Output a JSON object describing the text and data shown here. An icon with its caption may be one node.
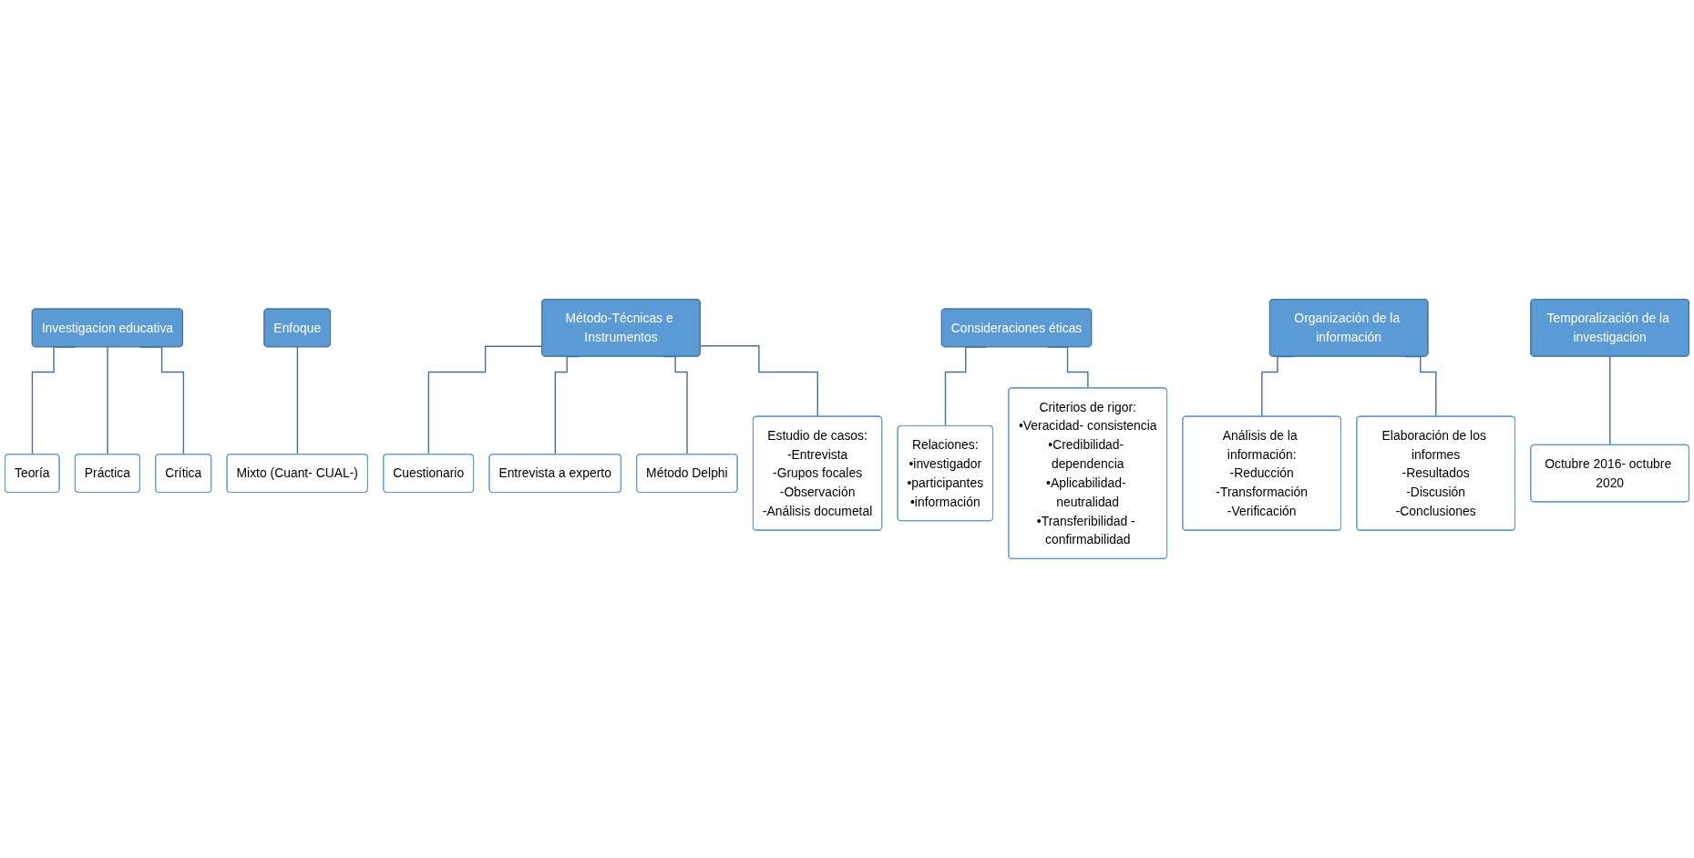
{
  "diagram": {
    "nodes": [
      {
        "text": [
          "Investigacion educativa"
        ]
      },
      {
        "text": [
          "Teoría"
        ]
      },
      {
        "text": [
          "Práctica"
        ]
      },
      {
        "text": [
          "Crítica"
        ]
      },
      {
        "text": [
          "Enfoque"
        ]
      },
      {
        "text": [
          "Mixto (Cuant- CUAL-)"
        ]
      },
      {
        "text": [
          "Método-Técnicas e Instrumentos"
        ]
      },
      {
        "text": [
          "Cuestionario"
        ]
      },
      {
        "text": [
          "Entrevista a experto"
        ]
      },
      {
        "text": [
          "Método Delphi"
        ]
      },
      {
        "text": [
          "Estudio de casos:",
          "-Entrevista",
          "-Grupos focales",
          "-Observación",
          "-Análisis documetal"
        ]
      },
      {
        "text": [
          "Consideraciones éticas"
        ]
      },
      {
        "text": [
          "Relaciones:",
          "•investigador",
          "•participantes",
          "•información"
        ]
      },
      {
        "text": [
          "Criterios de rigor:",
          "•Veracidad- consistencia",
          "•Credibilidad- dependencia",
          "•Aplicabilidad- neutralidad",
          "•Transferibilidad - confirmabilidad"
        ]
      },
      {
        "text": [
          "Organización de la información"
        ]
      },
      {
        "text": [
          "Análisis de la información:",
          "-Reducción",
          "-Transformación",
          "-Verificación"
        ]
      },
      {
        "text": [
          "Elaboración de los informes",
          "-Resultados",
          "-Discusión",
          "-Conclusiones"
        ]
      },
      {
        "text": [
          "Temporalización de la investigacion"
        ]
      },
      {
        "text": [
          "Octubre 2016- octubre 2020"
        ]
      }
    ],
    "edges": [
      {
        "from": 0,
        "to": 1,
        "arrow": "none"
      },
      {
        "from": 0,
        "to": 2,
        "arrow": "none"
      },
      {
        "from": 0,
        "to": 3,
        "arrow": "none"
      },
      {
        "from": 4,
        "to": 5,
        "arrow": "none"
      },
      {
        "from": 6,
        "to": 7,
        "arrow": "none"
      },
      {
        "from": 6,
        "to": 8,
        "arrow": "none"
      },
      {
        "from": 6,
        "to": 9,
        "arrow": "none"
      },
      {
        "from": 6,
        "to": 10,
        "arrow": "none"
      },
      {
        "from": 11,
        "to": 12,
        "arrow": "none"
      },
      {
        "from": 11,
        "to": 13,
        "arrow": "none"
      },
      {
        "from": 14,
        "to": 15,
        "arrow": "none"
      },
      {
        "from": 14,
        "to": 16,
        "arrow": "none"
      },
      {
        "from": 17,
        "to": 18,
        "arrow": "none"
      }
    ]
  }
}
